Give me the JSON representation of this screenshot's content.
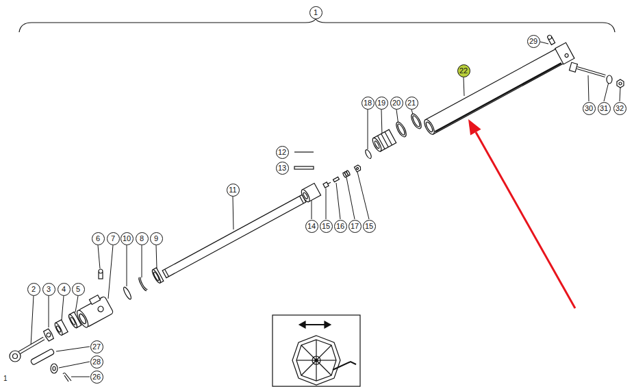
{
  "diagram": {
    "nodes": [
      {
        "text": [
          "1"
        ]
      },
      {
        "text": [
          "29"
        ]
      },
      {
        "text": [
          "22"
        ]
      },
      {
        "text": [
          "18"
        ]
      },
      {
        "text": [
          "19"
        ]
      },
      {
        "text": [
          "20"
        ]
      },
      {
        "text": [
          "21"
        ]
      },
      {
        "text": [
          "30"
        ]
      },
      {
        "text": [
          "31"
        ]
      },
      {
        "text": [
          "32"
        ]
      },
      {
        "text": [
          "12"
        ]
      },
      {
        "text": [
          "13"
        ]
      },
      {
        "text": [
          "11"
        ]
      },
      {
        "text": [
          "14"
        ]
      },
      {
        "text": [
          "15"
        ]
      },
      {
        "text": [
          "16"
        ]
      },
      {
        "text": [
          "17"
        ]
      },
      {
        "text": [
          "15"
        ]
      },
      {
        "text": [
          "6"
        ]
      },
      {
        "text": [
          "7"
        ]
      },
      {
        "text": [
          "10"
        ]
      },
      {
        "text": [
          "8"
        ]
      },
      {
        "text": [
          "9"
        ]
      },
      {
        "text": [
          "2"
        ]
      },
      {
        "text": [
          "3"
        ]
      },
      {
        "text": [
          "4"
        ]
      },
      {
        "text": [
          "5"
        ]
      },
      {
        "text": [
          "27"
        ]
      },
      {
        "text": [
          "28"
        ]
      },
      {
        "text": [
          "26"
        ]
      }
    ],
    "labels": [
      "1"
    ]
  }
}
